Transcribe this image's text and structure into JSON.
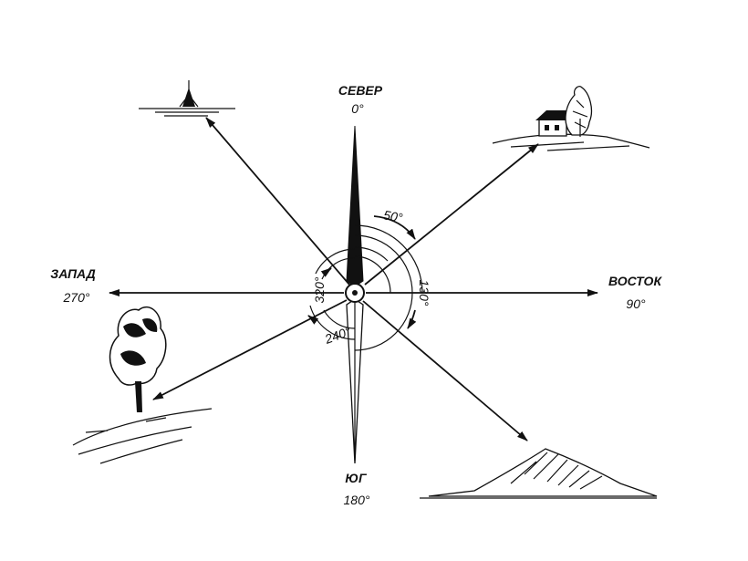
{
  "directions": {
    "north": {
      "label": "СЕВЕР",
      "degree": "0°"
    },
    "east": {
      "label": "ВОСТОК",
      "degree": "90°"
    },
    "south": {
      "label": "ЮГ",
      "degree": "180°"
    },
    "west": {
      "label": "ЗАПАД",
      "degree": "270°"
    }
  },
  "bearings": [
    {
      "name": "house",
      "degree": "50°"
    },
    {
      "name": "hill",
      "degree": "130°"
    },
    {
      "name": "tree",
      "degree": "240°"
    },
    {
      "name": "tower",
      "degree": "320°"
    }
  ],
  "icons": [
    "tower-icon",
    "house-icon",
    "tree-icon",
    "hill-icon",
    "compass-rose-icon"
  ]
}
